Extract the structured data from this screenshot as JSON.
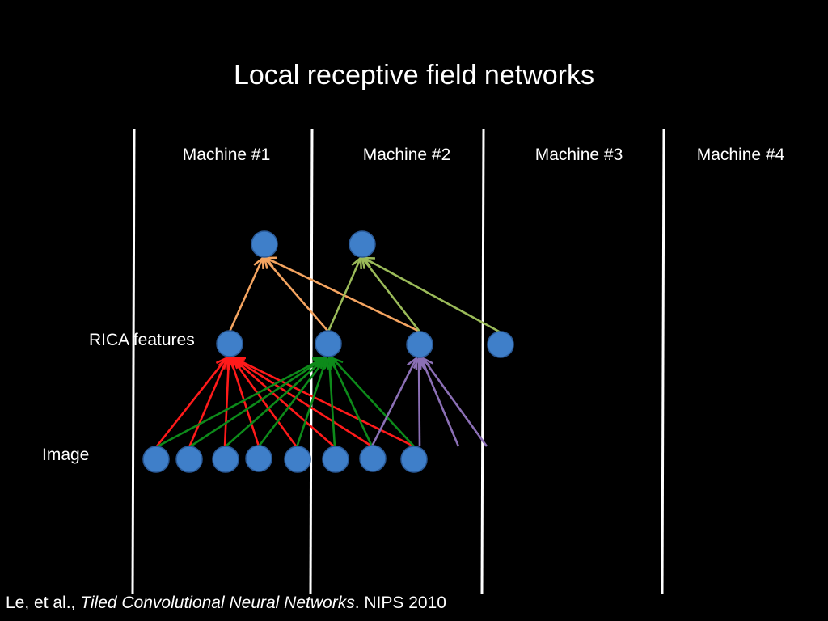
{
  "title": "Local receptive field networks",
  "machines": [
    "Machine #1",
    "Machine #2",
    "Machine #3",
    "Machine #4"
  ],
  "row_labels": {
    "features": "RICA features",
    "image": "Image"
  },
  "citation": {
    "authors": "Le, et al., ",
    "paper": "Tiled Convolutional Neural Networks",
    "venue": ". NIPS 2010"
  },
  "colors": {
    "background": "#000000",
    "node": "#3f7fc9",
    "node_stroke": "#2a5a98",
    "divider": "#ffffff",
    "red_edges": "#ff1a1a",
    "green_edges": "#0d8a1a",
    "purple_edges": "#8b6fb5",
    "orange_edges": "#f4a460",
    "light_green_edges": "#9bbb59"
  }
}
